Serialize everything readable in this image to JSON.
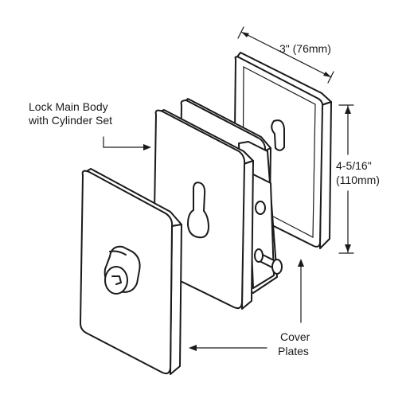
{
  "labels": {
    "lock_body_line1": "Lock Main Body",
    "lock_body_line2": "with Cylinder Set",
    "width_dimension": "3\" (76mm)",
    "height_dimension_line1": "4-5/16\"",
    "height_dimension_line2": "(110mm)",
    "cover_plates_line1": "Cover",
    "cover_plates_line2": "Plates"
  }
}
